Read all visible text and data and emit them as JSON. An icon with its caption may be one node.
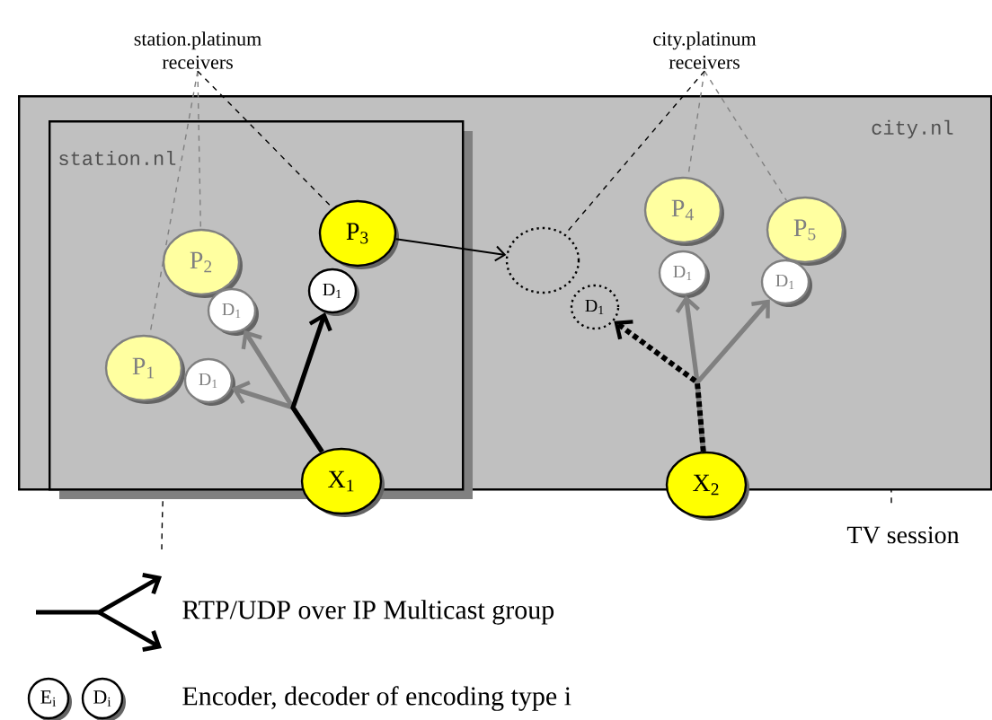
{
  "diagram": {
    "nodes": [
      {
        "text": [
          "city.nl"
        ]
      },
      {
        "text": [
          "station.nl"
        ],
        "in": 0
      },
      {
        "text": [
          "P$_{1}$"
        ],
        "in": 1
      },
      {
        "text": [
          "P$_{2}$"
        ],
        "in": 1
      },
      {
        "text": [
          "P$_{3}$"
        ],
        "in": 1
      },
      {
        "text": [
          "D$_{1}$"
        ],
        "in": 1
      },
      {
        "text": [
          "D$_{1}$"
        ],
        "in": 1
      },
      {
        "text": [
          "D$_{1}$"
        ],
        "in": 1
      },
      {
        "text": [
          "X$_{1}$"
        ]
      },
      {
        "text": [],
        "shape": "circle",
        "in": 0
      },
      {
        "text": [
          "D$_{1}$"
        ],
        "in": 0
      },
      {
        "text": [
          "P$_{4}$"
        ],
        "in": 0
      },
      {
        "text": [
          "P$_{5}$"
        ],
        "in": 0
      },
      {
        "text": [
          "D$_{1}$"
        ],
        "in": 0
      },
      {
        "text": [
          "D$_{1}$"
        ],
        "in": 0
      },
      {
        "text": [
          "X$_{2}$"
        ]
      },
      {
        "text": [
          "station.platinum receivers"
        ]
      },
      {
        "text": [
          "city.platinum receivers"
        ]
      }
    ],
    "edges": [
      {
        "from": 8,
        "to": 7,
        "arrow": "to",
        "style": "thick",
        "color": "#000000"
      },
      {
        "from": 8,
        "to": 5,
        "arrow": "to",
        "style": "thick"
      },
      {
        "from": 8,
        "to": 6,
        "arrow": "to",
        "style": "thick"
      },
      {
        "from": 4,
        "to": 9,
        "arrow": "to",
        "color": "#000000"
      },
      {
        "from": 15,
        "to": 10,
        "arrow": "to",
        "style": "dashed",
        "color": "#000000"
      },
      {
        "from": 15,
        "to": 13,
        "arrow": "to",
        "style": "thick"
      },
      {
        "from": 15,
        "to": 14,
        "arrow": "to",
        "style": "thick"
      },
      {
        "from": 16,
        "to": 2,
        "arrow": "none",
        "style": "dashed"
      },
      {
        "from": 16,
        "to": 3,
        "arrow": "none",
        "style": "dashed"
      },
      {
        "from": 16,
        "to": 4,
        "arrow": "none",
        "style": "dashed",
        "color": "#000000"
      },
      {
        "from": 17,
        "to": 9,
        "arrow": "none",
        "style": "dashed",
        "color": "#000000"
      },
      {
        "from": 17,
        "to": 11,
        "arrow": "none",
        "style": "dashed"
      },
      {
        "from": 17,
        "to": 12,
        "arrow": "none",
        "style": "dashed"
      }
    ],
    "labels": [
      "TV session",
      "E$_{i}$",
      "D$_{i}$"
    ],
    "legend": [
      {
        "text": "RTP/UDP over IP Multicast group"
      },
      {
        "text": "Encoder, decoder of encoding type i"
      }
    ]
  }
}
